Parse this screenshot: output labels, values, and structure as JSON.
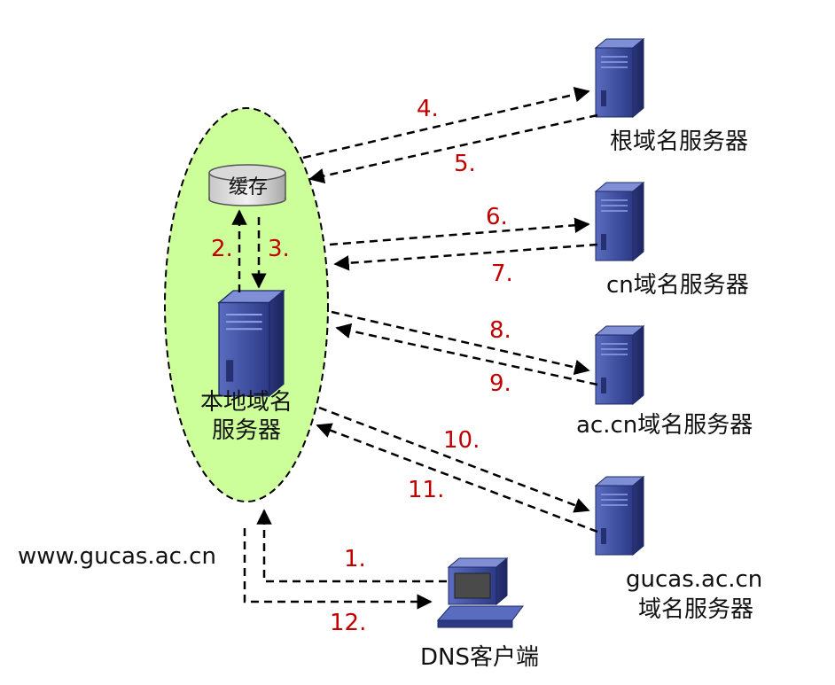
{
  "local_server": {
    "label_line1": "本地域名",
    "label_line2": "服务器",
    "cache_label": "缓存"
  },
  "servers": [
    {
      "id": "root",
      "label": "根域名服务器"
    },
    {
      "id": "cn",
      "label": "cn域名服务器"
    },
    {
      "id": "accn",
      "label": "ac.cn域名服务器"
    },
    {
      "id": "gucas",
      "label_line1": "gucas.ac.cn",
      "label_line2": "域名服务器"
    }
  ],
  "client": {
    "label": "DNS客户端"
  },
  "query": {
    "domain": "www.gucas.ac.cn"
  },
  "steps": [
    "1.",
    "2.",
    "3.",
    "4.",
    "5.",
    "6.",
    "7.",
    "8.",
    "9.",
    "10.",
    "11.",
    "12."
  ],
  "colors": {
    "ellipse_fill": "#ccff99",
    "server_body": "#3b4a9a",
    "step_text": "#c00000",
    "arrow": "#000000"
  },
  "icons": {
    "server": "server-tower-icon",
    "client": "desktop-computer-icon",
    "cache": "database-cylinder-icon"
  }
}
